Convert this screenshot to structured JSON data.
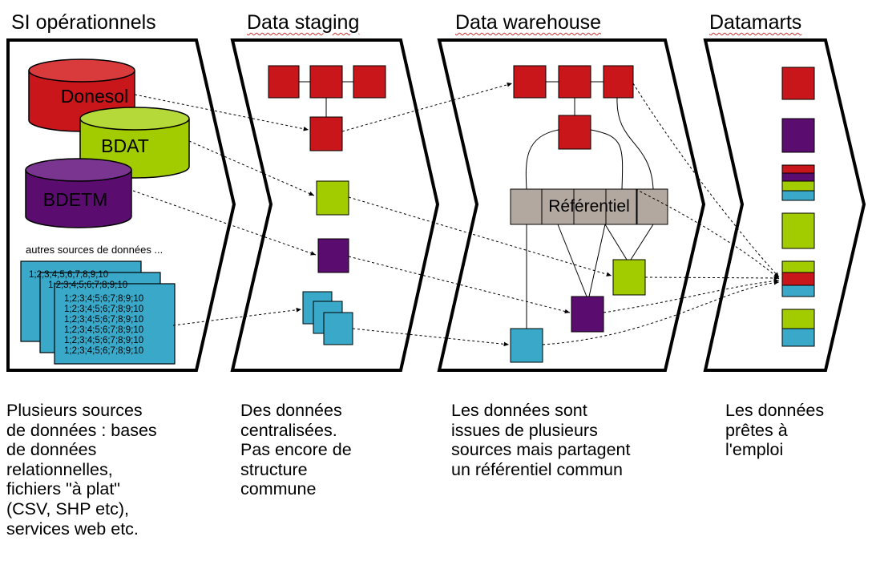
{
  "headers": {
    "si": "SI opérationnels",
    "staging": "Data staging",
    "warehouse": "Data warehouse",
    "datamarts": "Datamarts"
  },
  "databases": {
    "donesol": "Donesol",
    "bdat": "BDAT",
    "bdetm": "BDETM"
  },
  "other_sources": "autres sources de données ...",
  "csv_row": "1;2;3;4;5;6;7;8;9;10",
  "referentiel": "Référentiel",
  "descriptions": {
    "si": [
      "Plusieurs sources",
      "de données : bases",
      "de données",
      "relationnelles,",
      "fichiers \"à plat\"",
      "(CSV, SHP etc),",
      "services web etc."
    ],
    "staging": [
      "Des données",
      "centralisées.",
      "Pas encore de",
      "structure",
      "commune"
    ],
    "warehouse": [
      "Les données sont",
      "issues de plusieurs",
      "sources mais partagent",
      "un référentiel commun"
    ],
    "datamarts": [
      "Les données",
      "prêtes à",
      "l'emploi"
    ]
  },
  "colors": {
    "red": "#c9161a",
    "green": "#a3cc00",
    "purple": "#5a0d6e",
    "blue": "#3aa8c8",
    "grey": "#b2a8a0",
    "outline": "#000000"
  }
}
